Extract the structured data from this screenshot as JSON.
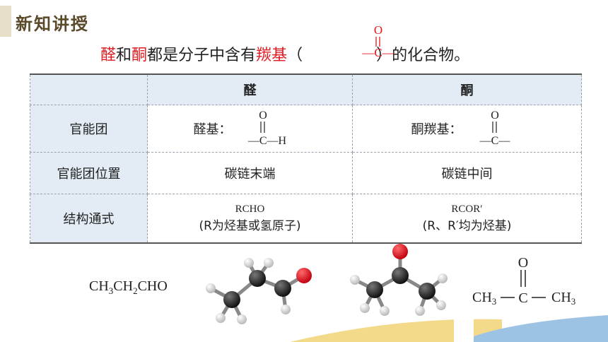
{
  "header": {
    "title": "新知讲授"
  },
  "intro": {
    "aldehyde": "醛",
    "and": "和",
    "ketone": "酮",
    "text1": "都是分子中含有",
    "carbonyl": "羰基",
    "open_paren": "（",
    "close_paren": "）的化合物。",
    "formula_O": "O",
    "formula_C": "—C—"
  },
  "table": {
    "headers": [
      "",
      "醛",
      "酮"
    ],
    "rows": {
      "functional_group": {
        "label": "官能团",
        "aldehyde_name": "醛基：",
        "aldehyde_O": "O",
        "aldehyde_C": "—C—H",
        "ketone_name": "酮羰基：",
        "ketone_O": "O",
        "ketone_C": "—C—"
      },
      "position": {
        "label": "官能团位置",
        "aldehyde": "碳链末端",
        "ketone": "碳链中间"
      },
      "general_formula": {
        "label": "结构通式",
        "aldehyde_formula": "RCHO",
        "aldehyde_note": "(R为烃基或氢原子)",
        "ketone_formula": "RCOR′",
        "ketone_note": "(R、R′均为烃基)"
      }
    }
  },
  "bottom": {
    "propanal": {
      "p1": "CH",
      "s1": "3",
      "p2": "CH",
      "s2": "2",
      "p3": "CHO"
    },
    "acetone": {
      "O": "O",
      "left": "CH",
      "left_sub": "3",
      "center": "C",
      "right": "CH",
      "right_sub": "3"
    }
  },
  "colors": {
    "accent_red": "#e0191f",
    "header_fill": "#e3ecf5",
    "carbon": "#222222",
    "oxygen": "#e0191f",
    "hydrogen": "#eeeeee"
  }
}
